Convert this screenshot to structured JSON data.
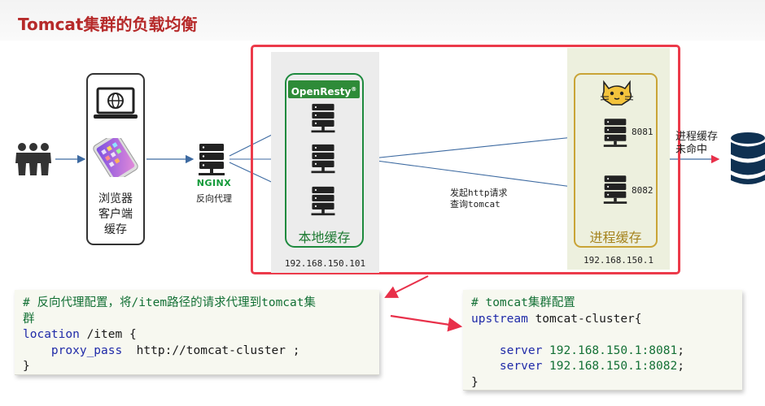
{
  "slide_title": "Tomcat集群的负载均衡",
  "client": {
    "label_lines": [
      "浏览器",
      "客户端",
      "缓存"
    ]
  },
  "nginx": {
    "logo_text": "NGINX",
    "caption": "反向代理"
  },
  "openresty": {
    "logo_text": "OpenResty",
    "logo_mark": "®",
    "cache_label": "本地缓存",
    "ip": "192.168.150.101"
  },
  "tomcat": {
    "cache_label": "进程缓存",
    "ip": "192.168.150.1",
    "ports": [
      "8081",
      "8082"
    ]
  },
  "request_label_lines": [
    "发起http请求",
    "查询tomcat"
  ],
  "miss_label_lines": [
    "进程缓存",
    "未命中"
  ],
  "colors": {
    "title_red": "#b62a2a",
    "frame_red": "#ec3a4a",
    "openresty_green": "#1e8a3e",
    "tomcat_gold": "#c9a437",
    "arrow_blue": "#3d6aa1",
    "icon_dark": "#222222"
  },
  "icons": {
    "users": "users-icon",
    "laptop": "laptop-globe-icon",
    "phone": "phone-icon",
    "server": "server-icon",
    "tomcat": "tomcat-cat-icon",
    "database": "database-icon"
  },
  "code_left": {
    "comment_1": "# 反向代理配置，将/item路径的请求代理到tomcat集",
    "comment_2": "群",
    "line_location_kw": "location",
    "line_location_rest": " /item {",
    "line_proxy_kw": "    proxy_pass",
    "line_proxy_rest": "  http://tomcat-cluster ;",
    "line_close": "}"
  },
  "code_right": {
    "comment": "# tomcat集群配置",
    "upstream_kw": "upstream",
    "upstream_rest": " tomcat-cluster{",
    "blank": " ",
    "server_kw_1": "    server",
    "server_addr_1": " 192.168.150.1:8081",
    "server_end_1": ";",
    "server_kw_2": "    server",
    "server_addr_2": " 192.168.150.1:8082",
    "server_end_2": ";",
    "close": "}"
  }
}
